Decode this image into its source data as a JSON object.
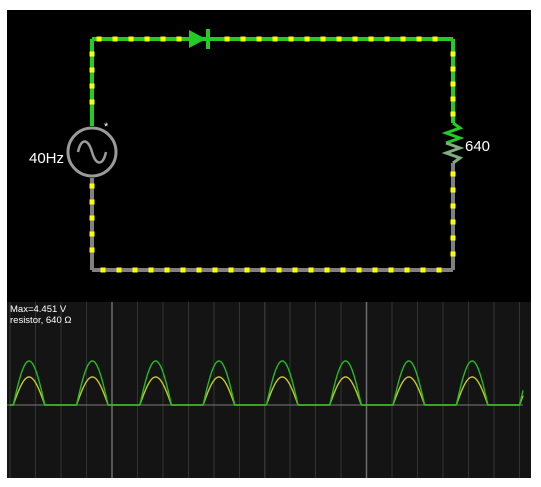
{
  "circuit": {
    "source_label": "40Hz",
    "source_marker": "*",
    "resistor_label": "640",
    "colors": {
      "wire_active": "#22cc22",
      "wire_inactive": "#808080",
      "current_dot": "#ffff00",
      "diode": "#22cc22",
      "background": "#000000"
    }
  },
  "scope": {
    "max_label": "Max=4.451 V",
    "element_label": "resistor, 640 Ω",
    "colors": {
      "background": "#141414",
      "grid": "#333333",
      "grid_major": "#6f6f6f",
      "voltage_trace": "#22bb22",
      "current_trace": "#c8c820",
      "axis": "#7a7a7a"
    }
  }
}
